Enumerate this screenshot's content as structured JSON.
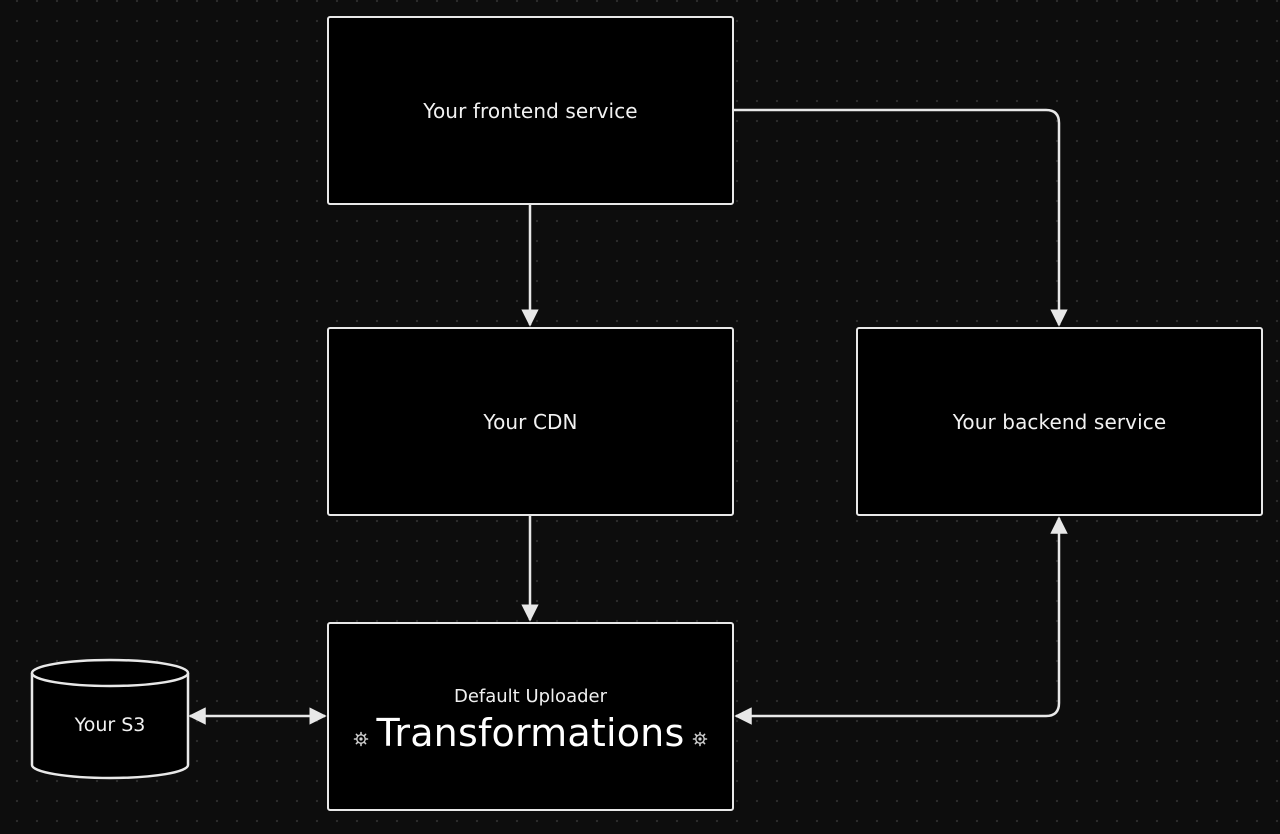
{
  "nodes": {
    "frontend": {
      "label": "Your frontend service"
    },
    "cdn": {
      "label": "Your CDN"
    },
    "backend": {
      "label": "Your backend service"
    },
    "uploader": {
      "subtitle": "Default Uploader",
      "title": "Transformations"
    },
    "storage": {
      "label": "Your S3"
    }
  },
  "icons": {
    "uploader_left": "gear-icon",
    "uploader_right": "gear-icon"
  },
  "colors": {
    "background": "#0d0d0d",
    "grid_dot": "#2b2b2b",
    "node_fill": "#000000",
    "stroke": "#e8e8e8",
    "text": "#f2f2f2"
  },
  "edges": [
    {
      "from": "frontend",
      "to": "cdn",
      "direction": "forward"
    },
    {
      "from": "frontend",
      "to": "backend",
      "direction": "forward"
    },
    {
      "from": "cdn",
      "to": "uploader",
      "direction": "forward"
    },
    {
      "from": "storage",
      "to": "uploader",
      "direction": "both"
    },
    {
      "from": "backend",
      "to": "uploader",
      "direction": "both"
    }
  ]
}
